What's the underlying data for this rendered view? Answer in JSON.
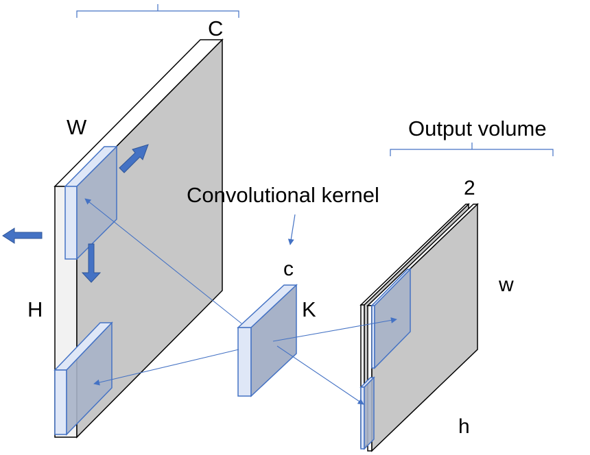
{
  "labels": {
    "input_channels": "C",
    "input_width": "W",
    "input_height": "H",
    "output_title": "Output volume",
    "output_depth": "2",
    "output_width": "w",
    "output_height": "h",
    "kernel_title": "Convolutional kernel",
    "kernel_channels": "c",
    "kernel_size": "K"
  },
  "colors": {
    "volume_face": "#c7c7c7",
    "volume_side": "#ffffff",
    "window_face": "#a7b2c8",
    "window_side": "#dfe7f7",
    "window_border": "#4472c4",
    "arrow": "#4472c4",
    "stroke": "#000000"
  }
}
